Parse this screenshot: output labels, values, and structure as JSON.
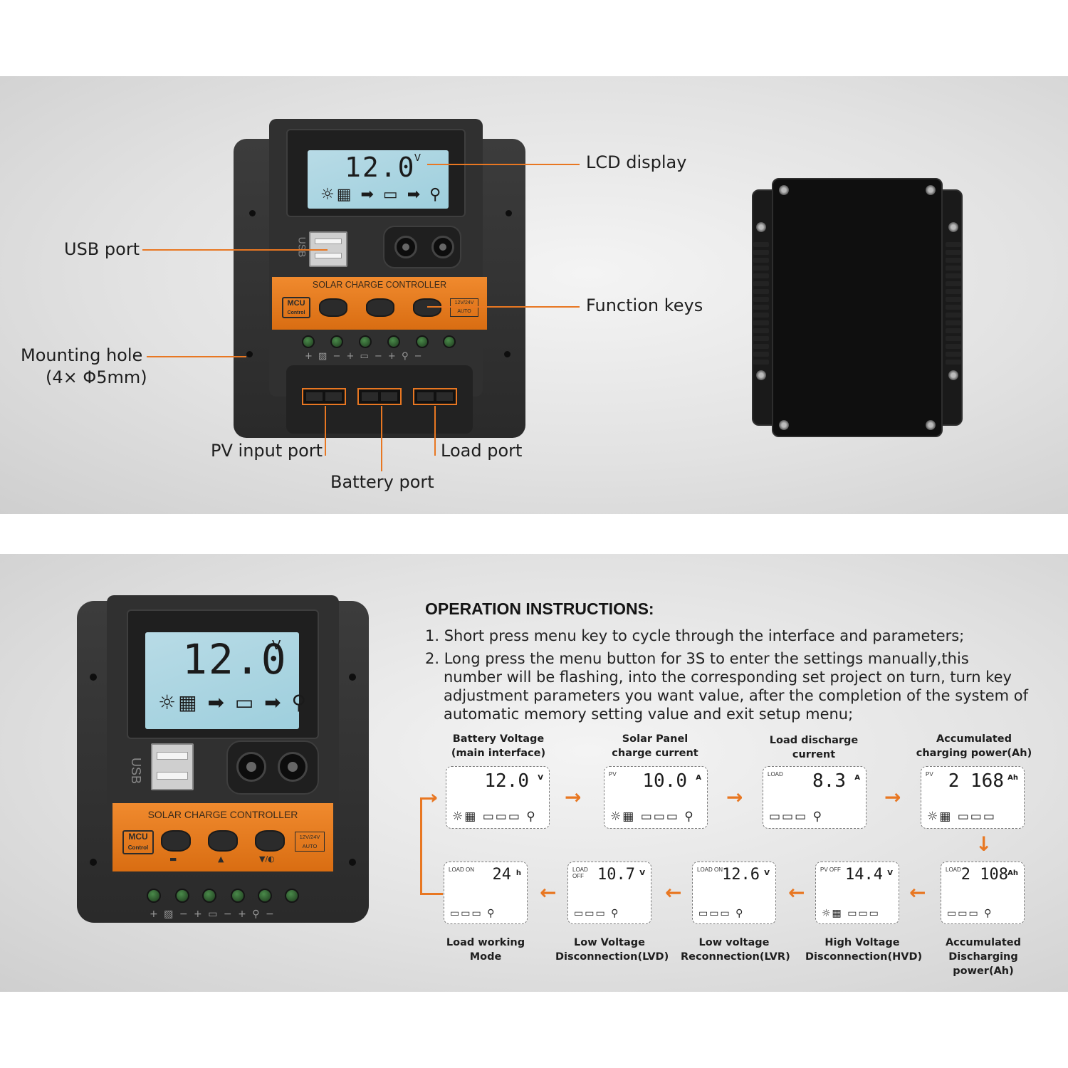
{
  "callouts": {
    "lcd_display": "LCD display",
    "usb_port": "USB port",
    "function_keys": "Function keys",
    "mounting_hole_1": "Mounting hole",
    "mounting_hole_2": "(4× Φ5mm)",
    "pv_input_port": "PV input port",
    "battery_port": "Battery port",
    "load_port": "Load port"
  },
  "controller": {
    "lcd_value": "12.0",
    "lcd_unit": "V",
    "lcd_icons": "☼▦ ➡ ▭ ➡ ⚲",
    "usb_label": "USB",
    "band_title": "SOLAR CHARGE CONTROLLER",
    "mcu_label": "MCU",
    "mcu_sub": "Control",
    "voltage_label": "12V/24V",
    "auto_label": "AUTO",
    "terminal_labels": "+ ▨ −   + ▭ −   + ⚲ −",
    "key_symbols": [
      "▬",
      "▲",
      "▼/◐"
    ]
  },
  "operation": {
    "title": "OPERATION INSTRUCTIONS:",
    "steps": [
      "1. Short press menu key to cycle through the interface and parameters;",
      "2. Long press the menu button for 3S to enter the settings manually,this number will be flashing, into the corresponding set project on turn, turn key adjustment parameters you want value, after the completion of the system of automatic memory setting value and exit setup menu;"
    ]
  },
  "screens": [
    {
      "label": "Battery Voltage\n(main interface)",
      "tag": "",
      "value": "12.0",
      "unit": "V",
      "icons": "☼▦ ▭▭▭ ⚲"
    },
    {
      "label": "Solar Panel\ncharge current",
      "tag": "PV",
      "value": "10.0",
      "unit": "A",
      "icons": "☼▦ ▭▭▭ ⚲"
    },
    {
      "label": "Load discharge\ncurrent",
      "tag": "LOAD",
      "value": "8.3",
      "unit": "A",
      "icons": "▭▭▭ ⚲"
    },
    {
      "label": "Accumulated\ncharging power(Ah)",
      "tag": "PV",
      "value": "2 168",
      "unit": "Ah",
      "icons": "☼▦ ▭▭▭"
    },
    {
      "label": "Accumulated\nDischarging power(Ah)",
      "tag": "LOAD",
      "value": "2 108",
      "unit": "Ah",
      "icons": "▭▭▭ ⚲"
    },
    {
      "label": "High Voltage\nDisconnection(HVD)",
      "tag": "PV OFF",
      "value": "14.4",
      "unit": "V",
      "icons": "☼▦ ▭▭▭"
    },
    {
      "label": "Low voltage\nReconnection(LVR)",
      "tag": "LOAD ON",
      "value": "12.6",
      "unit": "V",
      "icons": "▭▭▭ ⚲"
    },
    {
      "label": "Low Voltage\nDisconnection(LVD)",
      "tag": "LOAD\nOFF",
      "value": "10.7",
      "unit": "V",
      "icons": "▭▭▭ ⚲"
    },
    {
      "label": "Load working\nMode",
      "tag": "LOAD ON",
      "value": "24",
      "unit": "h",
      "icons": "▭▭▭ ⚲"
    }
  ],
  "colors": {
    "accent": "#e87722",
    "lcd": "#a8d4e0"
  }
}
